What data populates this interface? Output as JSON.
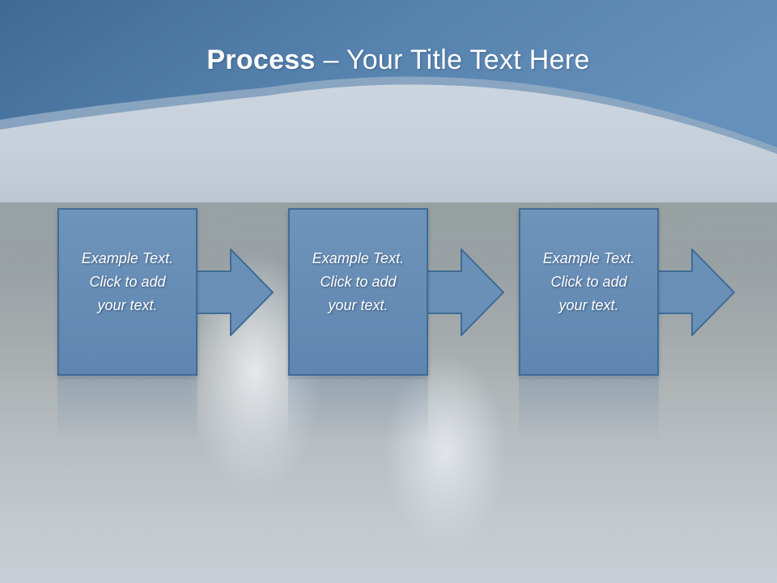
{
  "title": {
    "bold": "Process",
    "rest": " – Your Title Text Here"
  },
  "steps": [
    {
      "line1": "Example Text.",
      "line2": "Click  to add",
      "line3": "your text."
    },
    {
      "line1": "Example Text.",
      "line2": "Click  to add",
      "line3": "your text."
    },
    {
      "line1": "Example Text.",
      "line2": "Click  to add",
      "line3": "your text."
    }
  ],
  "colors": {
    "header": "#4f7aa6",
    "box_fill": "#6a90b8",
    "box_border": "#3f6c95",
    "title_text": "#ffffff"
  }
}
